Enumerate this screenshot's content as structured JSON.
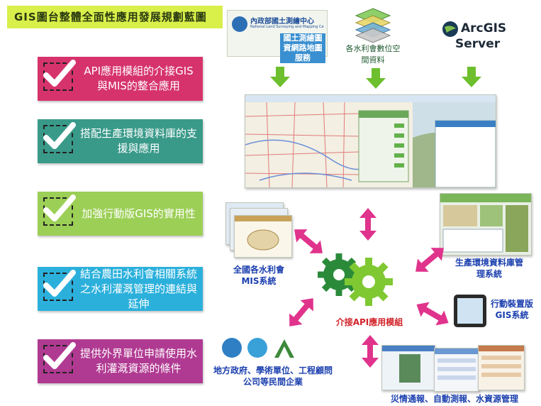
{
  "title": "GIS圖台整體全面性應用發展規劃藍圖",
  "items": [
    {
      "text": "API應用模組的介接GIS與MIS的整合應用"
    },
    {
      "text": "搭配生產環境資料庫的支援與應用"
    },
    {
      "text": "加強行動版GIS的實用性"
    },
    {
      "text": "結合農田水利會相關系統之水利灌溉管理的連結與延伸"
    },
    {
      "text": "提供外界單位申請使用水利灌溉資源的條件"
    }
  ],
  "sources": {
    "nlsc_name": "內政部國土測繪中心",
    "nlsc_en": "National Land Surveying and Mapping Center",
    "nlsc_service": "國土測繪圖資網路地圖服務",
    "layers": "各水利會數位空間資料",
    "arcgis": "ArcGIS",
    "arcgis_sub": "Server"
  },
  "nodes": {
    "center": "介接API應用模組",
    "mis": "全國各水利會MIS系統",
    "prod": "生產環境資料庫管理系統",
    "mobile": "行動裝置版GIS系統",
    "gov": "地方政府、學術單位、工程顧問公司等民間企業",
    "disaster": "災情通報、自動測報、水資源管理"
  },
  "colors": {
    "accent_arrow": "#e0338c",
    "green_arrow": "#6dbf2e",
    "center_text": "#d2232a",
    "label_text": "#1b3fae"
  }
}
